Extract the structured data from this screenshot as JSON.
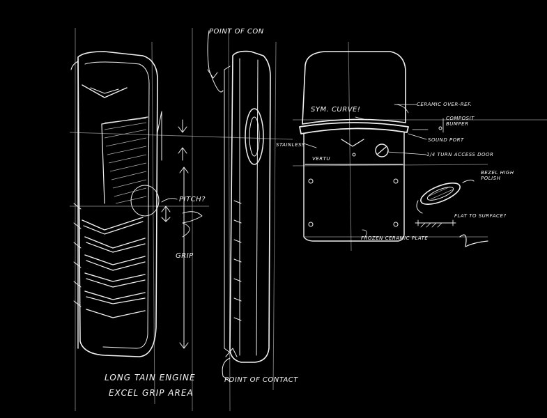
{
  "annotations": {
    "point_of_con": "Point of con",
    "pitch": "Pitch?",
    "grip": "Grip",
    "long_tain_engine": "Long tain engine",
    "excel_grip_area": "Excel grip area",
    "point_of_contact": "Point of contact",
    "sym_curve": "Sym. curve!",
    "ceramic_over_ref": "Ceramic over-ref.",
    "composit_bumper": "Composit bumper",
    "sound_port": "Sound port",
    "quarter_turn_access_door": "1/4 turn access door",
    "stainless": "Stainless",
    "frozen_ceramic_plate": "Frozen ceramic plate",
    "bezel_high_polish": "Bezel high polish",
    "flat_to_surface": "Flat to surface?",
    "nameplate": "Vertu"
  }
}
